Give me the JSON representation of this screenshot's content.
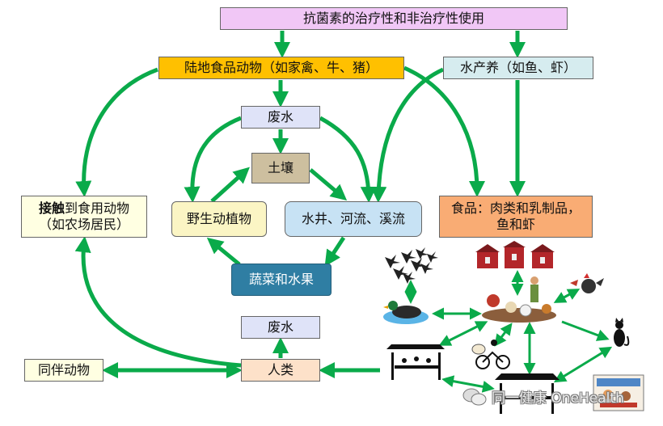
{
  "title": "抗菌素的治疗性和非治疗性使用",
  "nodes": {
    "land_animals": "陆地食品动物（如家禽、牛、猪）",
    "aquaculture": "水产养（如鱼、虾）",
    "wastewater_upper": "废水",
    "soil": "土壤",
    "wildlife": "野生动植物",
    "water_bodies": "水井、河流、溪流",
    "contact_bold": "接触",
    "contact_rest": "到食用动物",
    "contact_line2": "（如农场居民）",
    "food_line1": "食品：肉类和乳制品，",
    "food_line2": "鱼和虾",
    "vegetables": "蔬菜和水果",
    "wastewater_lower": "废水",
    "humans": "人类",
    "companion_animals": "同伴动物"
  },
  "watermark": {
    "text": "同一健康 OneHealth",
    "icon": "wechat-icon"
  },
  "colors": {
    "arrow": "#0aaa4a",
    "top": "#f1c7f6",
    "land": "#ffc000",
    "aqua": "#d6ecef",
    "soil": "#cdbf9f",
    "water": "#c7e2f4",
    "food": "#f9ac74",
    "vegetables": "#2f7ea3"
  },
  "illustrations": [
    "birds-icon",
    "duck-icon",
    "barns-icon",
    "farm-animals-icon",
    "rooster-icon",
    "cat-icon",
    "market-stall-icon",
    "cyclist-icon",
    "food-market-icon",
    "kitchen-icon"
  ]
}
